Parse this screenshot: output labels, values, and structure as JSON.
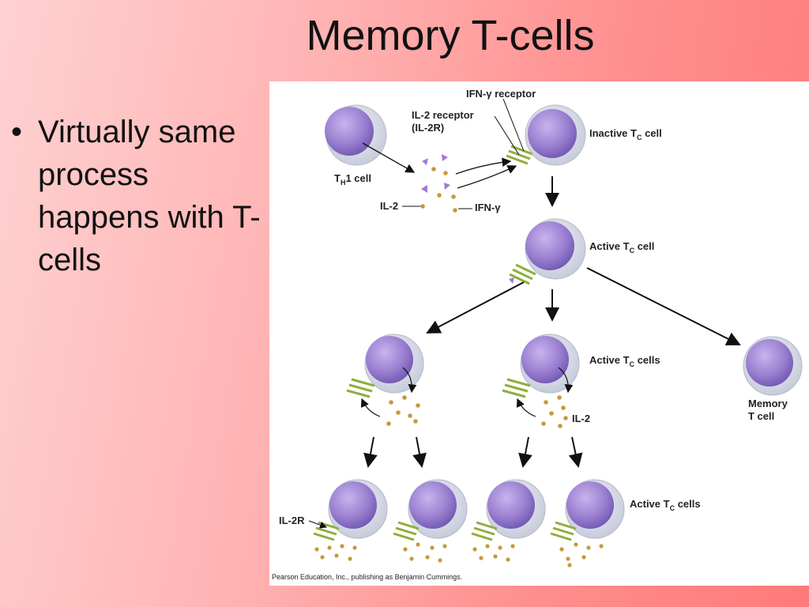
{
  "slide": {
    "title": "Memory T-cells",
    "bullet": "Virtually same process happens with T-cells",
    "bullet_marker": "•"
  },
  "figure": {
    "labels": {
      "ifn_receptor": "IFN-γ receptor",
      "il2_receptor_line1": "IL-2 receptor",
      "il2_receptor_line2": "(IL-2R)",
      "th1_cell_prefix": "T",
      "th1_cell_sub": "H",
      "th1_cell_suffix": "1 cell",
      "il2_top": "IL-2",
      "ifn_gamma": "IFN-γ",
      "inactive_prefix": "Inactive T",
      "inactive_sub": "C",
      "inactive_suffix": " cell",
      "active_prefix": "Active T",
      "active_sub": "C",
      "active_suffix": " cell",
      "active_cells_prefix": "Active T",
      "active_cells_sub": "C",
      "active_cells_suffix": " cells",
      "il2_mid": "IL-2",
      "memory_line1": "Memory",
      "memory_line2": "T cell",
      "bottom_active_prefix": "Active T",
      "bottom_active_sub": "C",
      "bottom_active_suffix": " cells",
      "il2r_bottom": "IL-2R"
    },
    "credit": "Pearson Education, Inc., publishing as Benjamin Cummings.",
    "colors": {
      "cell_membrane": "#d9dde8",
      "cell_nucleus": "#9a7fd0",
      "receptor": "#8fae3c",
      "il2_dot": "#c59a3e",
      "ifn_triangle": "#a27ad4"
    }
  }
}
